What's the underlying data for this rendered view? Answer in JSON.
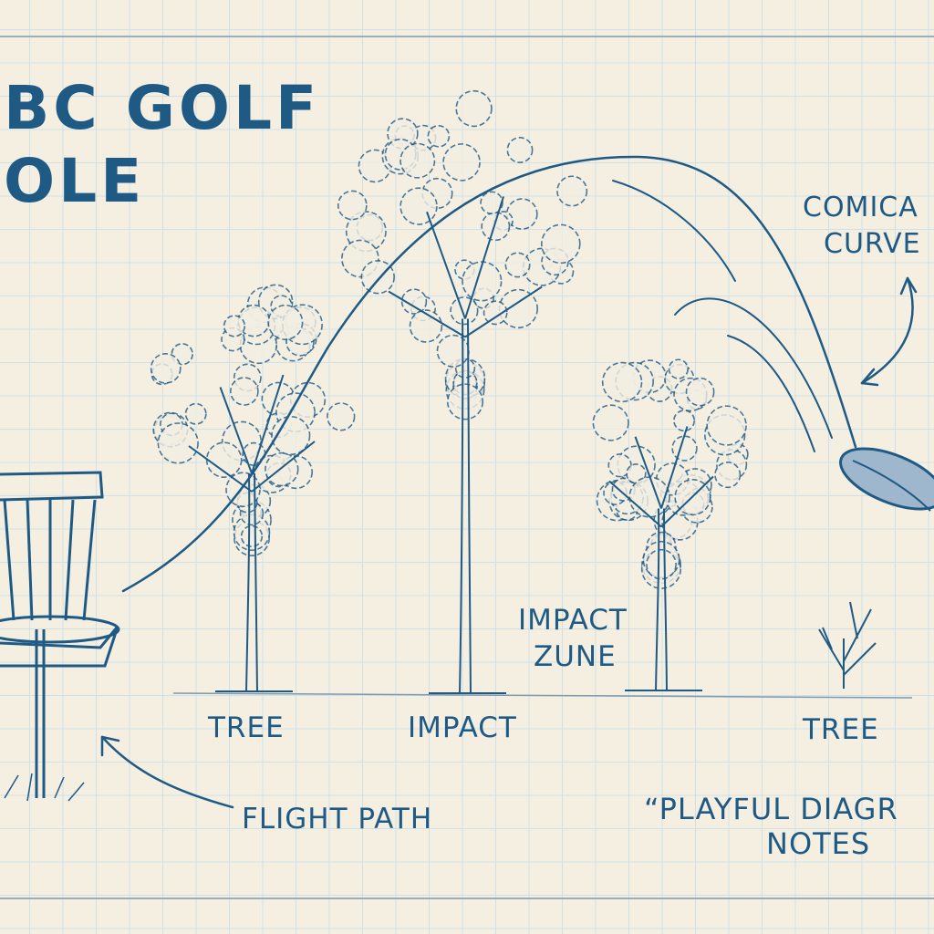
{
  "title": {
    "line1": "BC GOLF",
    "line2": "OLE"
  },
  "labels": {
    "comical_curve_1": "COMICA",
    "comical_curve_2": "CURVE",
    "impact_zone_1": "IMPACT",
    "impact_zone_2": "ZUNE",
    "tree_left": "TREE",
    "impact": "IMPACT",
    "tree_right": "TREE",
    "flight_path": "FLIGHT PATH",
    "notes_1": "“PLAYFUL DIAGR",
    "notes_2": "NOTES"
  },
  "colors": {
    "paper": "#f5efe2",
    "grid": "#cfe0e6",
    "ink": "#1f5a85"
  }
}
